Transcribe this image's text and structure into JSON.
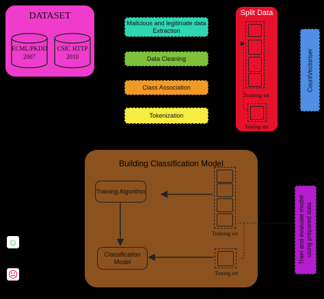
{
  "dataset": {
    "title": "DATASET",
    "sources": [
      {
        "name": "ECML/PKDD",
        "year": "2007"
      },
      {
        "name": "CSIC HTTP",
        "year": "2010"
      }
    ]
  },
  "steps": [
    {
      "label": "Malicious and legitimate data Extraction",
      "color": "#2fd6b4"
    },
    {
      "label": "Data Cleaning",
      "color": "#7ec13a"
    },
    {
      "label": "Class Association",
      "color": "#f39a24"
    },
    {
      "label": "Tokenization",
      "color": "#f6ec42"
    }
  ],
  "split": {
    "title": "Split Data",
    "training_label": "Training set",
    "testing_label": "Testing set"
  },
  "vectoriser": {
    "label": "CountVectoriser"
  },
  "model": {
    "title": "Building Classification Model",
    "training_algorithm": "Training Algorithm",
    "classification_model": "Classification Model",
    "training_label": "Training set",
    "testing_label": "Testing set"
  },
  "evaluate": {
    "label": "Train and evaluate model using prepared data"
  },
  "faces": {
    "happy": "☺",
    "sad": "☹"
  }
}
